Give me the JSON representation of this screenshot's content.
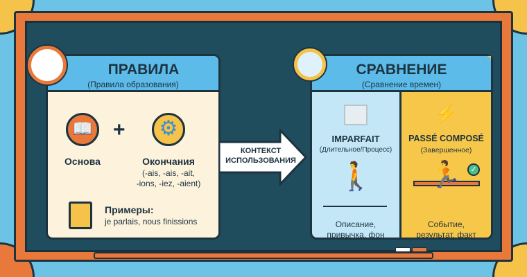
{
  "rules": {
    "title": "ПРАВИЛА",
    "subtitle": "(Правила образования)",
    "stem_label": "Основа",
    "plus": "+",
    "endings_label": "Окончания",
    "endings_line1": "(-ais, -ais, -ait,",
    "endings_line2": "-ions, -iez, -aient)",
    "examples_label": "Примеры:",
    "examples_text": "je parlais, nous finissions"
  },
  "arrow": {
    "line1": "КОНТЕКСТ",
    "line2": "ИСПОЛЬЗОВАНИЯ"
  },
  "comparison": {
    "title": "СРАВНЕНИЕ",
    "subtitle": "(Сравнение времен)",
    "imparfait": {
      "title": "IMPARFAIT",
      "subtitle": "(Длительное/Процесс)",
      "line1": "Описание,",
      "line2": "привычка, фон"
    },
    "passe": {
      "title": "PASSÉ COMPOSÉ",
      "subtitle": "(Завершенное)",
      "line1": "Событие,",
      "line2": "результат, факт"
    }
  },
  "colors": {
    "board": "#1f4d5e",
    "frame": "#e8793a",
    "header": "#5cbbe8",
    "cream": "#fdf3dc",
    "yellow": "#f7c74a",
    "lightblue": "#c3e7f6"
  }
}
